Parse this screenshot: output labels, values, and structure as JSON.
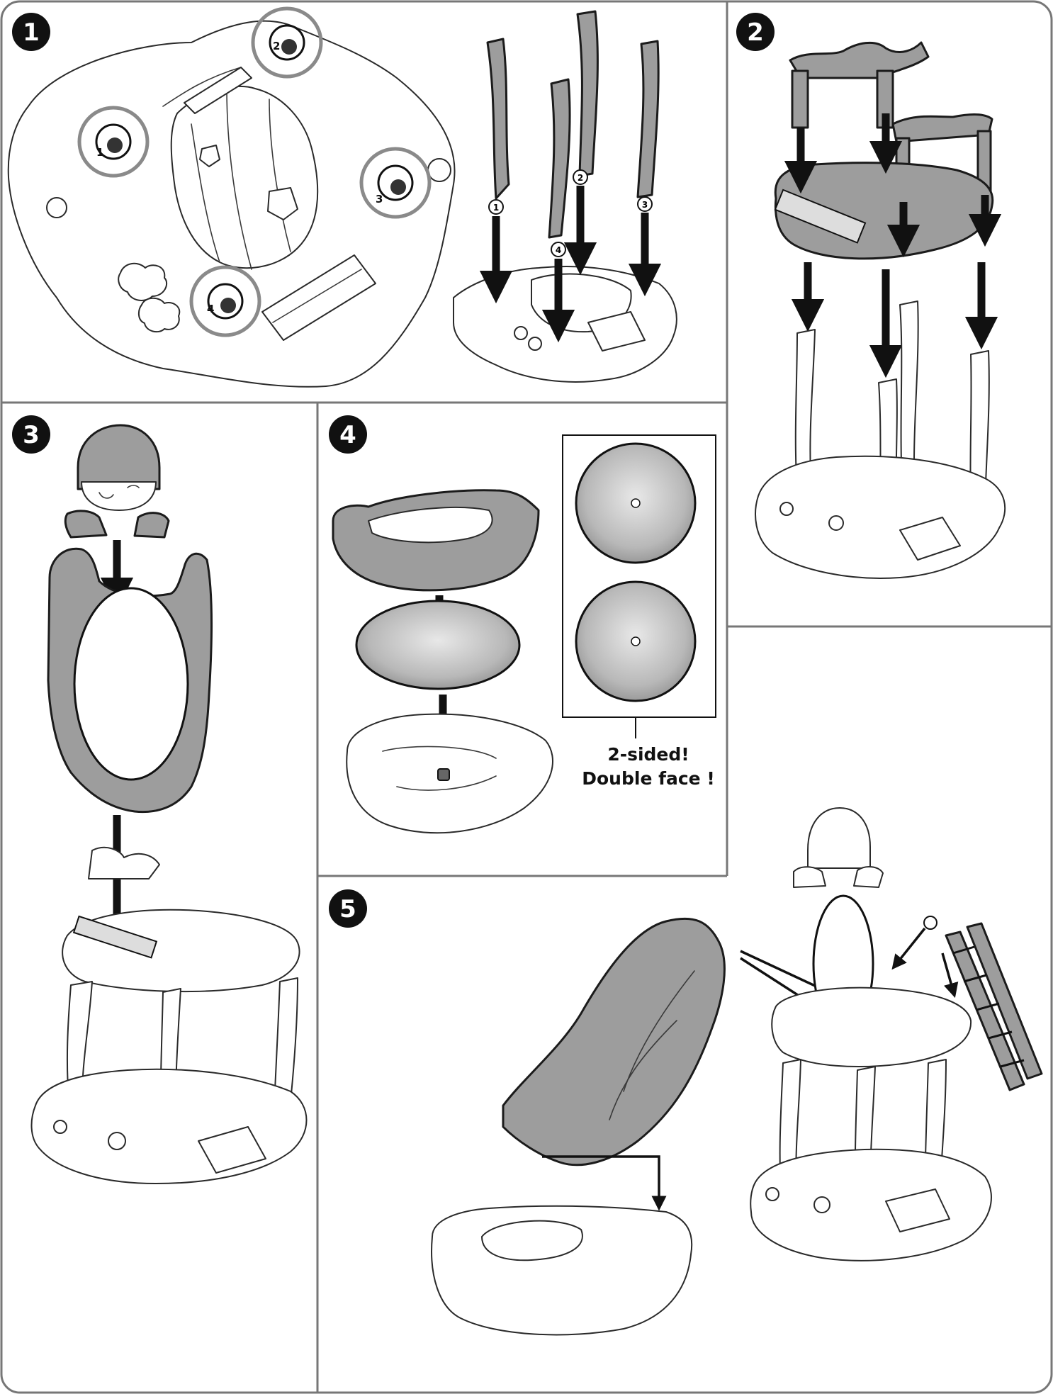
{
  "steps": [
    {
      "number": "1"
    },
    {
      "number": "2"
    },
    {
      "number": "3"
    },
    {
      "number": "4"
    },
    {
      "number": "5"
    }
  ],
  "peg_labels": [
    "1",
    "2",
    "3",
    "4"
  ],
  "callout": {
    "line1": "2-sided!",
    "line2": "Double face !"
  }
}
